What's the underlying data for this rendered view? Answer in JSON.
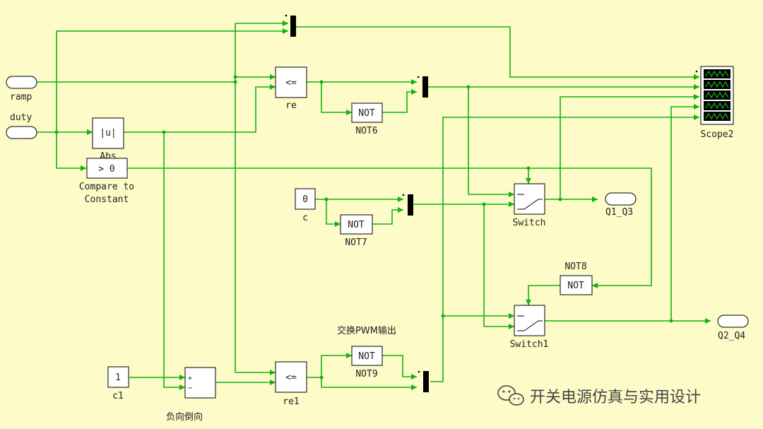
{
  "colors": {
    "background": "#fdfbc8",
    "wire": "#12b212",
    "scope_wave": "#1db81d",
    "block_border": "#000000"
  },
  "inports": {
    "ramp": "ramp",
    "duty": "duty"
  },
  "outports": {
    "q1_q3": "Q1_Q3",
    "q2_q4": "Q2_Q4"
  },
  "blocks": {
    "abs": {
      "text": "|u|",
      "label": "Abs"
    },
    "compare": {
      "text": "> 0",
      "label_line1": "Compare to",
      "label_line2": "Constant"
    },
    "re": {
      "text": "<=",
      "label": "re"
    },
    "re1": {
      "text": "<=",
      "label": "re1"
    },
    "not6": {
      "text": "NOT",
      "label": "NOT6"
    },
    "not7": {
      "text": "NOT",
      "label": "NOT7"
    },
    "not8": {
      "text": "NOT",
      "label": "NOT8"
    },
    "not9": {
      "text": "NOT",
      "label": "NOT9"
    },
    "const_c": {
      "value": "0",
      "label": "c"
    },
    "const_c1": {
      "value": "1",
      "label": "c1"
    },
    "sum": {
      "plus": "+",
      "minus": "−",
      "label": "负向倒向"
    },
    "switch": {
      "label": "Switch"
    },
    "switch1": {
      "label": "Switch1"
    },
    "scope": {
      "label": "Scope2",
      "icon": "scope-icon"
    }
  },
  "annotation": "交换PWM输出",
  "watermark": {
    "icon": "wechat-icon",
    "text": "开关电源仿真与实用设计"
  }
}
